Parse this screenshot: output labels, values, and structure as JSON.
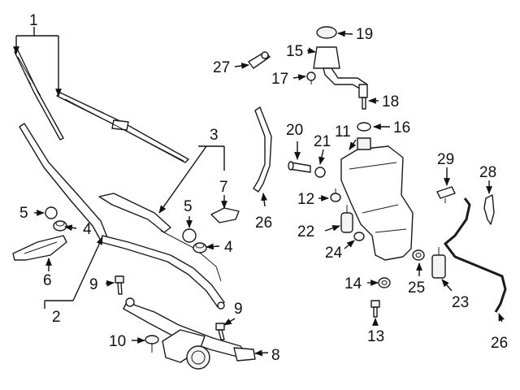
{
  "colors": {
    "ink": "#111111",
    "paper": "#ffffff"
  },
  "callouts": {
    "c1": "1",
    "c2": "2",
    "c3": "3",
    "c4a": "4",
    "c4b": "4",
    "c5a": "5",
    "c5b": "5",
    "c6": "6",
    "c7": "7",
    "c8": "8",
    "c9a": "9",
    "c9b": "9",
    "c10": "10",
    "c11": "11",
    "c12": "12",
    "c13": "13",
    "c14": "14",
    "c15": "15",
    "c16": "16",
    "c17": "17",
    "c18": "18",
    "c19": "19",
    "c20": "20",
    "c21": "21",
    "c22": "22",
    "c23": "23",
    "c24": "24",
    "c25": "25",
    "c26a": "26",
    "c26b": "26",
    "c27": "27",
    "c28": "28",
    "c29": "29"
  }
}
